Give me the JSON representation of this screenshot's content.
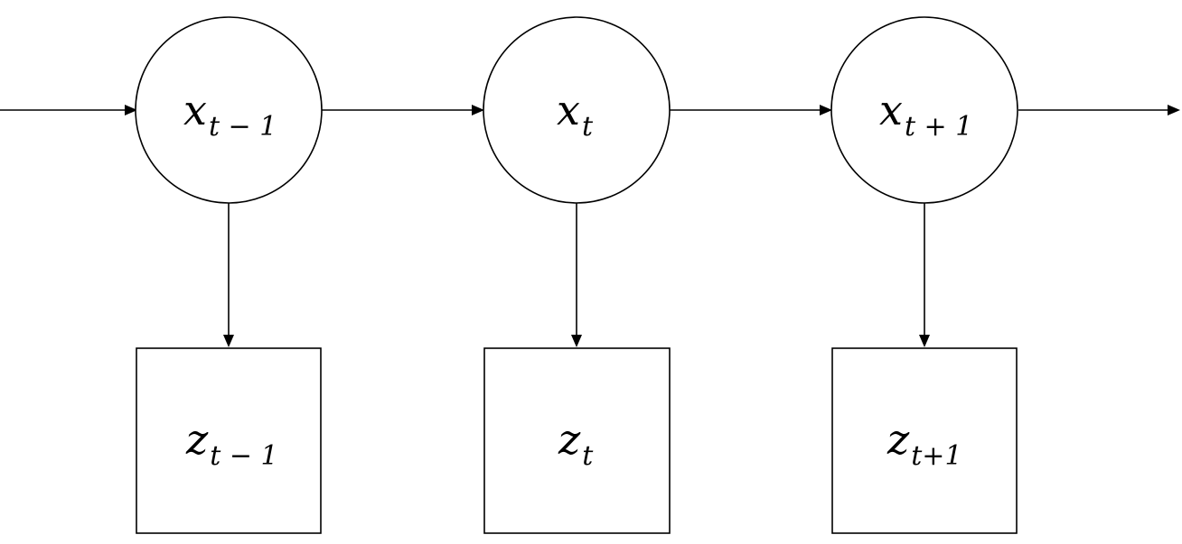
{
  "diagram": {
    "type": "hidden-markov-chain",
    "colors": {
      "stroke": "#000000",
      "fill": "#ffffff",
      "text": "#000000"
    },
    "states": [
      {
        "id": "x-prev",
        "var": "x",
        "sub": "t − 1"
      },
      {
        "id": "x-curr",
        "var": "x",
        "sub": "t"
      },
      {
        "id": "x-next",
        "var": "x",
        "sub": "t + 1"
      }
    ],
    "observations": [
      {
        "id": "z-prev",
        "var": "z",
        "sub": "t − 1"
      },
      {
        "id": "z-curr",
        "var": "z",
        "sub": "t"
      },
      {
        "id": "z-next",
        "var": "z",
        "sub": "t+1"
      }
    ],
    "edges": [
      {
        "from": "in",
        "to": "x-prev"
      },
      {
        "from": "x-prev",
        "to": "x-curr"
      },
      {
        "from": "x-curr",
        "to": "x-next"
      },
      {
        "from": "x-next",
        "to": "out"
      },
      {
        "from": "x-prev",
        "to": "z-prev"
      },
      {
        "from": "x-curr",
        "to": "z-curr"
      },
      {
        "from": "x-next",
        "to": "z-next"
      }
    ]
  }
}
